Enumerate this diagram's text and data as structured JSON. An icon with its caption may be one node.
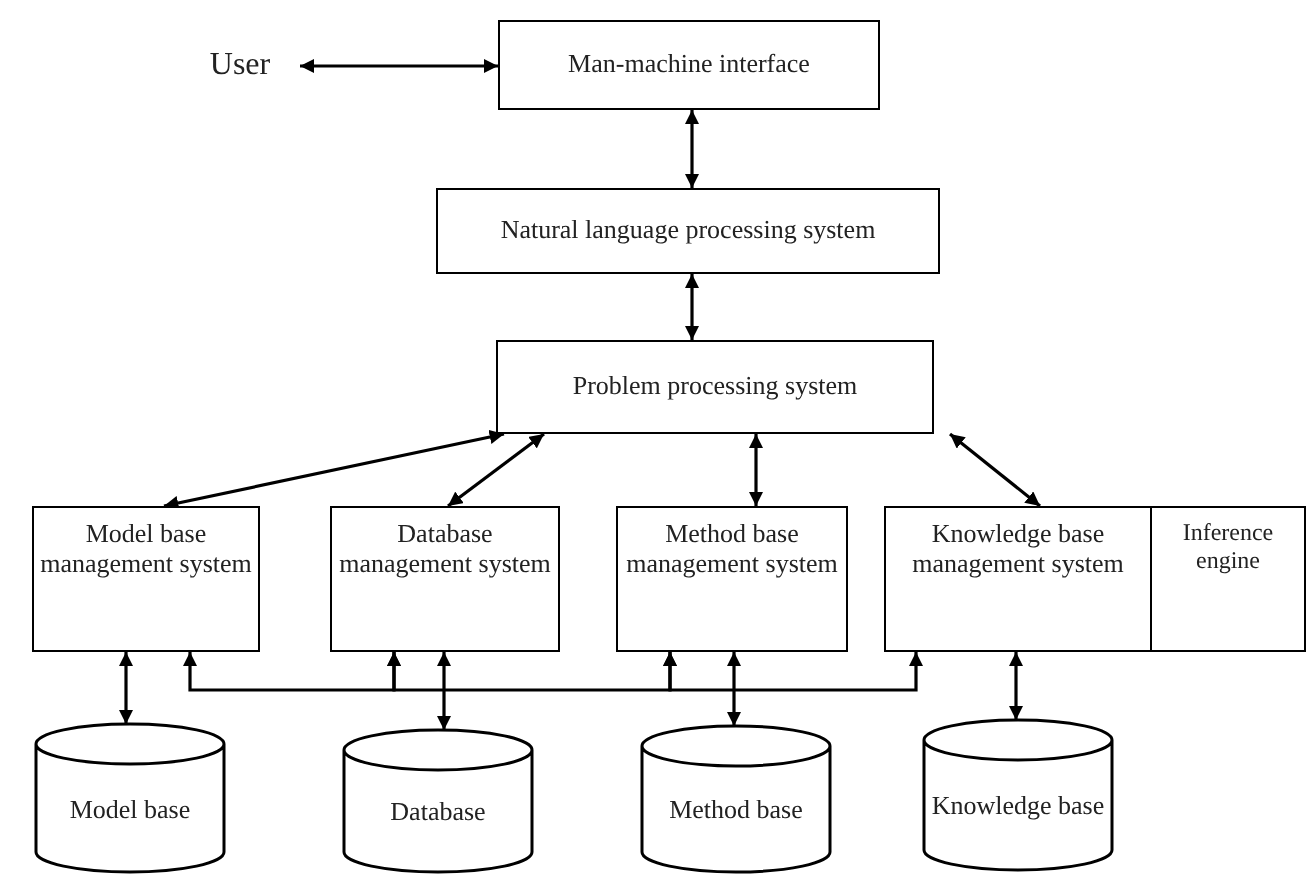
{
  "diagram": {
    "nodes": [
      {
        "text": [
          "User"
        ]
      },
      {
        "text": [
          "Man-machine interface"
        ]
      },
      {
        "text": [
          "Natural language processing system"
        ]
      },
      {
        "text": [
          "Problem processing system"
        ]
      },
      {
        "text": [
          "Model base management system"
        ]
      },
      {
        "text": [
          "Database management system"
        ]
      },
      {
        "text": [
          "Method base management system"
        ]
      },
      {
        "text": [
          "Knowledge base management system"
        ]
      },
      {
        "text": [
          "Inference engine"
        ]
      },
      {
        "text": [
          "Model base"
        ]
      },
      {
        "text": [
          "Database"
        ]
      },
      {
        "text": [
          "Method base"
        ]
      },
      {
        "text": [
          "Knowledge base"
        ]
      }
    ],
    "edges": [
      {
        "from": 0,
        "to": 1,
        "arrow": "both"
      },
      {
        "from": 1,
        "to": 2,
        "arrow": "both"
      },
      {
        "from": 2,
        "to": 3,
        "arrow": "both"
      },
      {
        "from": 3,
        "to": 4,
        "arrow": "both"
      },
      {
        "from": 3,
        "to": 5,
        "arrow": "both"
      },
      {
        "from": 3,
        "to": 6,
        "arrow": "both"
      },
      {
        "from": 3,
        "to": 7,
        "arrow": "both"
      },
      {
        "from": 4,
        "to": 9,
        "arrow": "both"
      },
      {
        "from": 5,
        "to": 10,
        "arrow": "both"
      },
      {
        "from": 6,
        "to": 11,
        "arrow": "both"
      },
      {
        "from": 7,
        "to": 12,
        "arrow": "both"
      },
      {
        "from": 4,
        "to": 5,
        "arrow": "both"
      },
      {
        "from": 5,
        "to": 6,
        "arrow": "both"
      },
      {
        "from": 6,
        "to": 7,
        "arrow": "both"
      }
    ]
  }
}
